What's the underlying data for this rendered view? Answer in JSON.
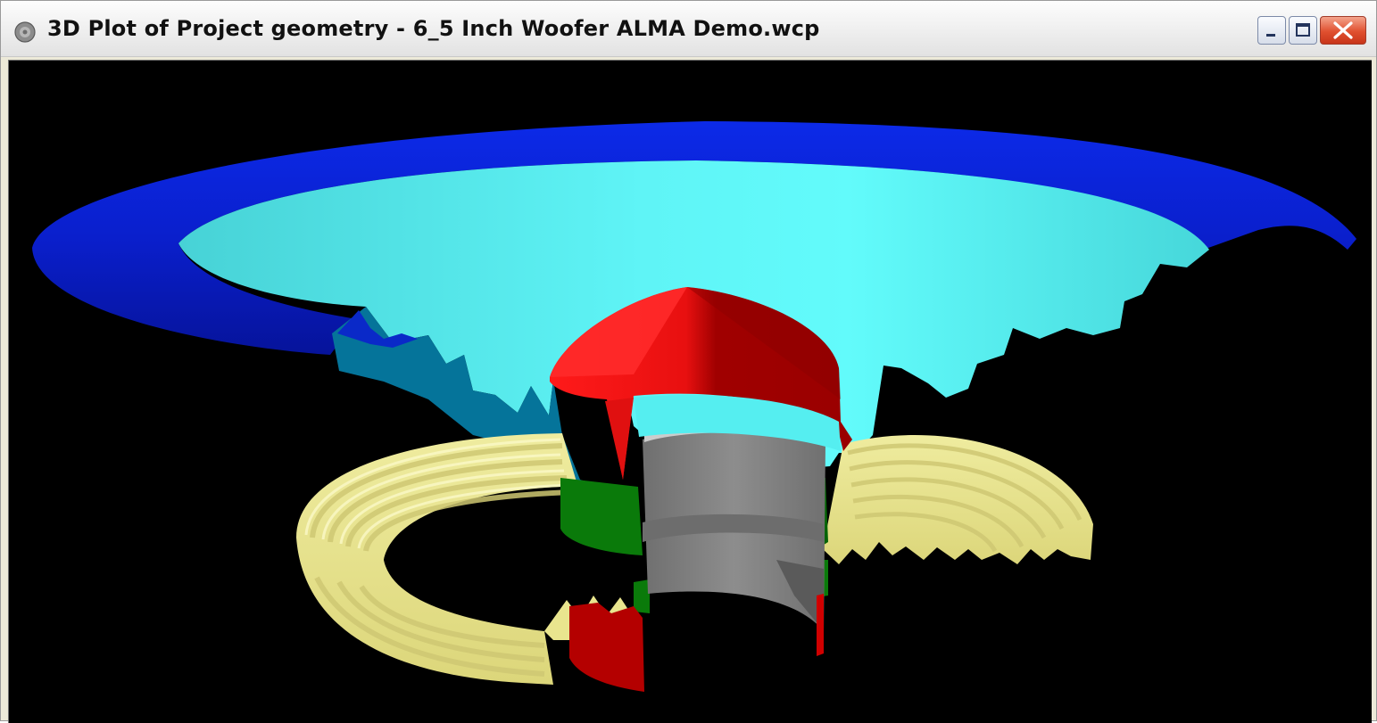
{
  "window": {
    "title": "3D Plot of Project geometry - 6_5 Inch Woofer ALMA Demo.wcp",
    "icon": "speaker-icon",
    "controls": [
      "minimize-icon",
      "maximize-icon",
      "close-icon"
    ]
  },
  "scene": {
    "background": "#000000",
    "parts": [
      {
        "name": "surround",
        "color": "#0a1fd0"
      },
      {
        "name": "cone",
        "color": "#4fe3e6"
      },
      {
        "name": "dust-cap",
        "color": "#e81010"
      },
      {
        "name": "spider",
        "color": "#e9e58e"
      },
      {
        "name": "former",
        "color": "#0a7a0a"
      },
      {
        "name": "voice-coil",
        "color": "#808080"
      }
    ]
  }
}
